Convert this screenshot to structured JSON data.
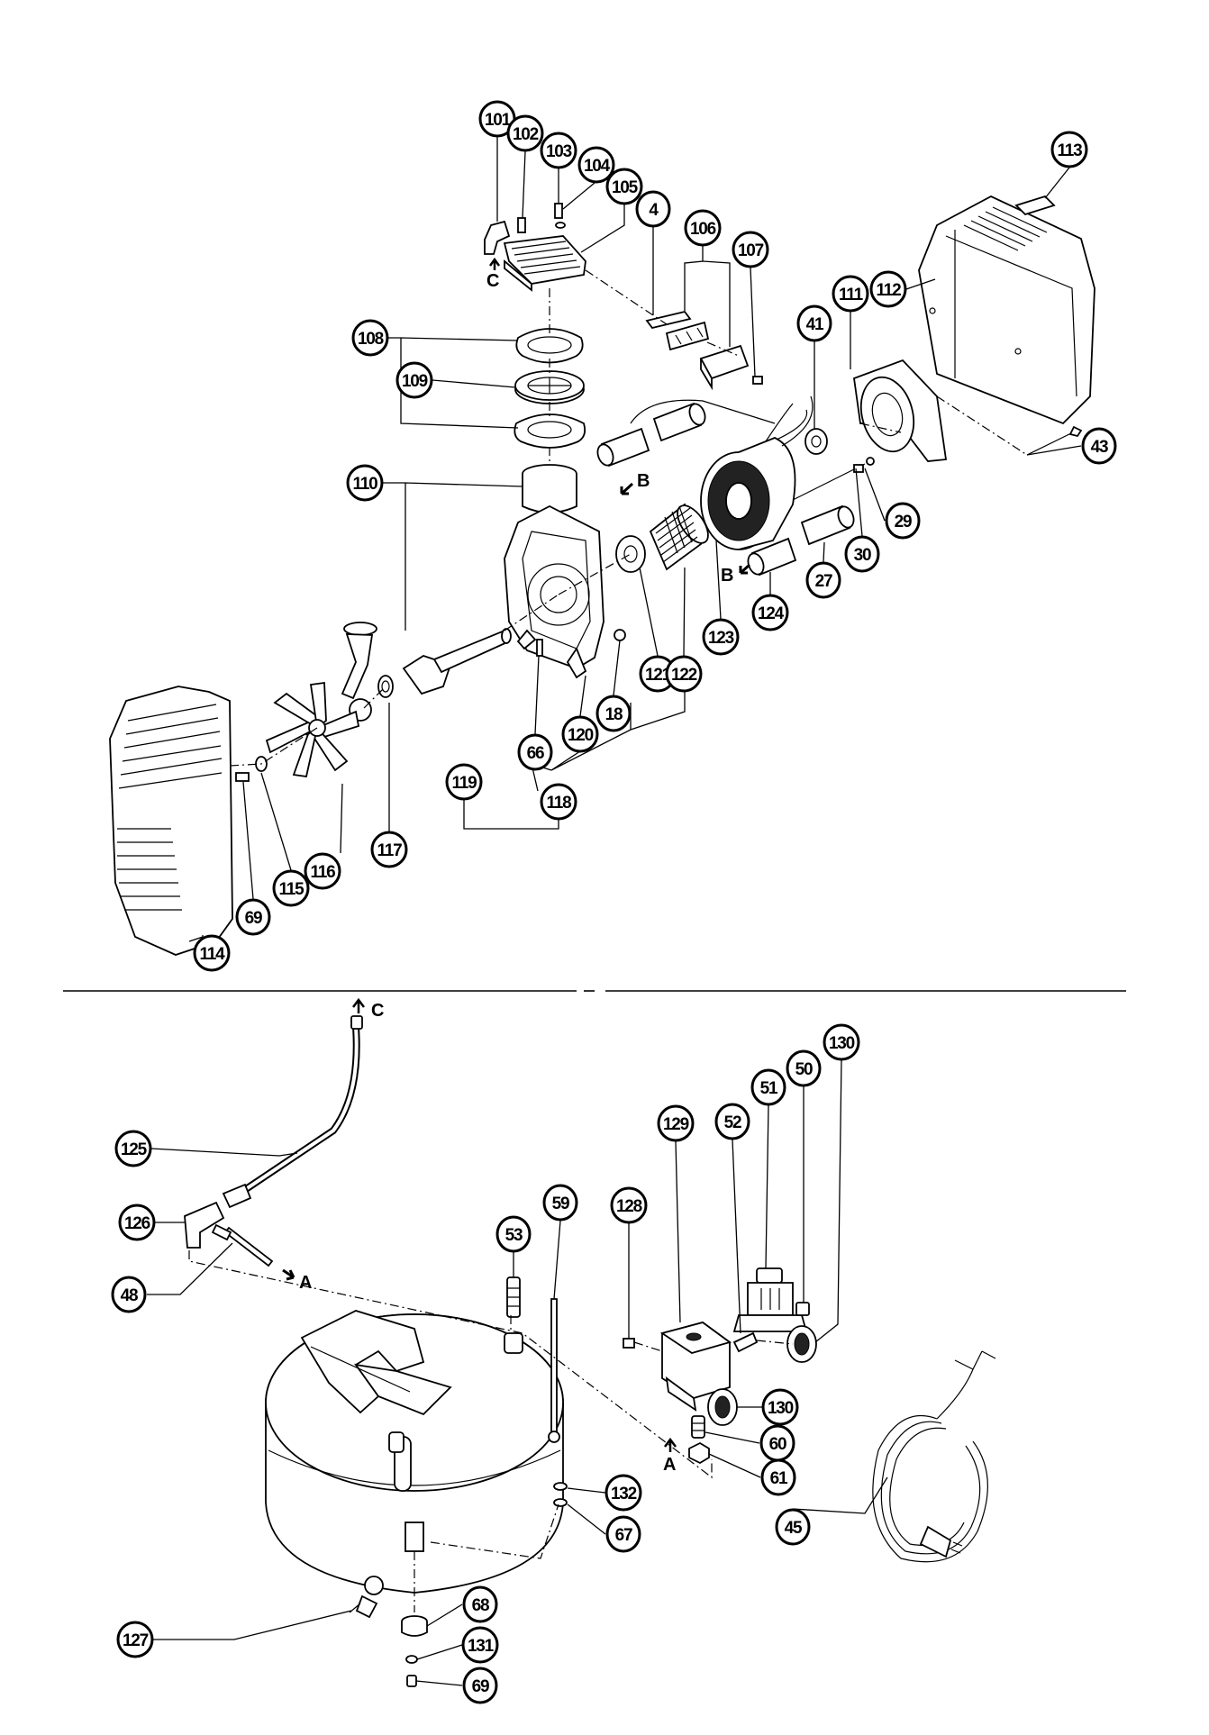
{
  "labels": [
    {
      "id": "101",
      "text": "101"
    },
    {
      "id": "102",
      "text": "102"
    },
    {
      "id": "103",
      "text": "103"
    },
    {
      "id": "104",
      "text": "104"
    },
    {
      "id": "105",
      "text": "105"
    },
    {
      "id": "4",
      "text": "4"
    },
    {
      "id": "106",
      "text": "106"
    },
    {
      "id": "107",
      "text": "107"
    },
    {
      "id": "113",
      "text": "113"
    },
    {
      "id": "112",
      "text": "112"
    },
    {
      "id": "111",
      "text": "111"
    },
    {
      "id": "41",
      "text": "41"
    },
    {
      "id": "43",
      "text": "43"
    },
    {
      "id": "108",
      "text": "108"
    },
    {
      "id": "109",
      "text": "109"
    },
    {
      "id": "110",
      "text": "110"
    },
    {
      "id": "29",
      "text": "29"
    },
    {
      "id": "30",
      "text": "30"
    },
    {
      "id": "27",
      "text": "27"
    },
    {
      "id": "124",
      "text": "124"
    },
    {
      "id": "123",
      "text": "123"
    },
    {
      "id": "121",
      "text": "121"
    },
    {
      "id": "122",
      "text": "122"
    },
    {
      "id": "18",
      "text": "18"
    },
    {
      "id": "120",
      "text": "120"
    },
    {
      "id": "66",
      "text": "66"
    },
    {
      "id": "119",
      "text": "119"
    },
    {
      "id": "118",
      "text": "118"
    },
    {
      "id": "117",
      "text": "117"
    },
    {
      "id": "116",
      "text": "116"
    },
    {
      "id": "115",
      "text": "115"
    },
    {
      "id": "69a",
      "text": "69"
    },
    {
      "id": "114",
      "text": "114"
    },
    {
      "id": "125",
      "text": "125"
    },
    {
      "id": "126",
      "text": "126"
    },
    {
      "id": "48",
      "text": "48"
    },
    {
      "id": "53",
      "text": "53"
    },
    {
      "id": "59",
      "text": "59"
    },
    {
      "id": "128",
      "text": "128"
    },
    {
      "id": "129",
      "text": "129"
    },
    {
      "id": "52",
      "text": "52"
    },
    {
      "id": "51",
      "text": "51"
    },
    {
      "id": "50",
      "text": "50"
    },
    {
      "id": "130a",
      "text": "130"
    },
    {
      "id": "130b",
      "text": "130"
    },
    {
      "id": "60",
      "text": "60"
    },
    {
      "id": "61",
      "text": "61"
    },
    {
      "id": "45",
      "text": "45"
    },
    {
      "id": "132",
      "text": "132"
    },
    {
      "id": "67",
      "text": "67"
    },
    {
      "id": "68",
      "text": "68"
    },
    {
      "id": "131",
      "text": "131"
    },
    {
      "id": "69b",
      "text": "69"
    },
    {
      "id": "127",
      "text": "127"
    }
  ],
  "arrows": {
    "c_top": "C",
    "b_upper": "B",
    "b_lower": "B",
    "c_bottom": "C",
    "a_hose": "A",
    "a_switch": "A"
  }
}
